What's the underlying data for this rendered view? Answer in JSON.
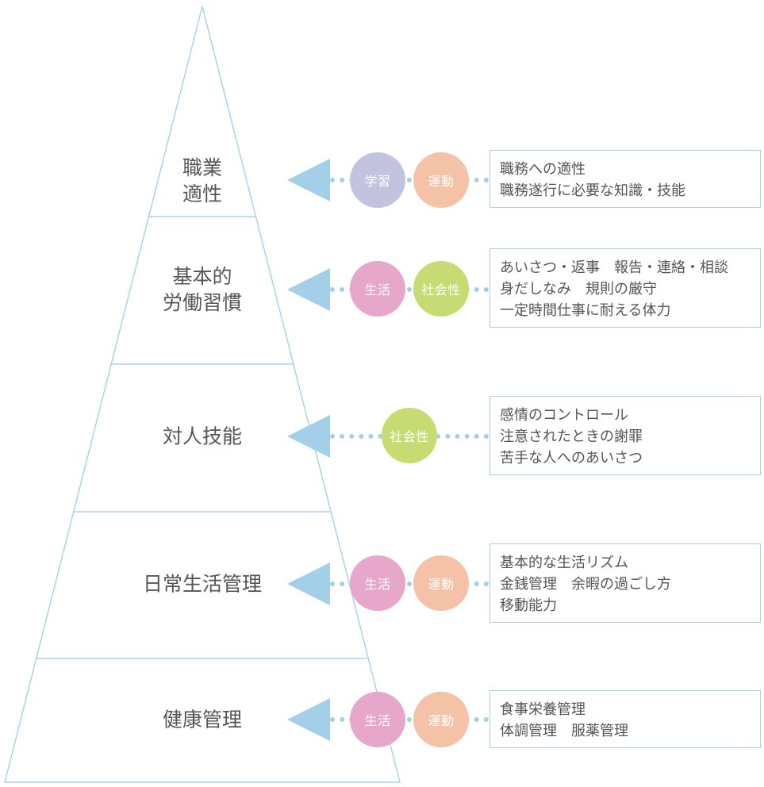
{
  "colors": {
    "line": "#a9d3ea",
    "arrow": "#a4cfe8",
    "study": "#c2c4df",
    "exercise": "#f4c2a7",
    "life": "#e7a7cb",
    "social": "#c6dc72",
    "text": "#555555"
  },
  "layers": [
    {
      "label": "職業\n適性",
      "tags": [
        {
          "text": "学習",
          "kind": "study"
        },
        {
          "text": "運動",
          "kind": "exercise"
        }
      ],
      "description": [
        "職務への適性",
        "職務遂行に必要な知識・技能"
      ]
    },
    {
      "label": "基本的\n労働習慣",
      "tags": [
        {
          "text": "生活",
          "kind": "life"
        },
        {
          "text": "社会性",
          "kind": "social"
        }
      ],
      "description": [
        "あいさつ・返事　報告・連絡・相談",
        "身だしなみ　規則の厳守",
        "一定時間仕事に耐える体力"
      ]
    },
    {
      "label": "対人技能",
      "tags": [
        {
          "text": "社会性",
          "kind": "social"
        }
      ],
      "description": [
        "感情のコントロール",
        "注意されたときの謝罪",
        "苦手な人へのあいさつ"
      ]
    },
    {
      "label": "日常生活管理",
      "tags": [
        {
          "text": "生活",
          "kind": "life"
        },
        {
          "text": "運動",
          "kind": "exercise"
        }
      ],
      "description": [
        "基本的な生活リズム",
        "金銭管理　余暇の過ごし方",
        "移動能力"
      ]
    },
    {
      "label": "健康管理",
      "tags": [
        {
          "text": "生活",
          "kind": "life"
        },
        {
          "text": "運動",
          "kind": "exercise"
        }
      ],
      "description": [
        "食事栄養管理",
        "体調管理　服薬管理"
      ]
    }
  ]
}
